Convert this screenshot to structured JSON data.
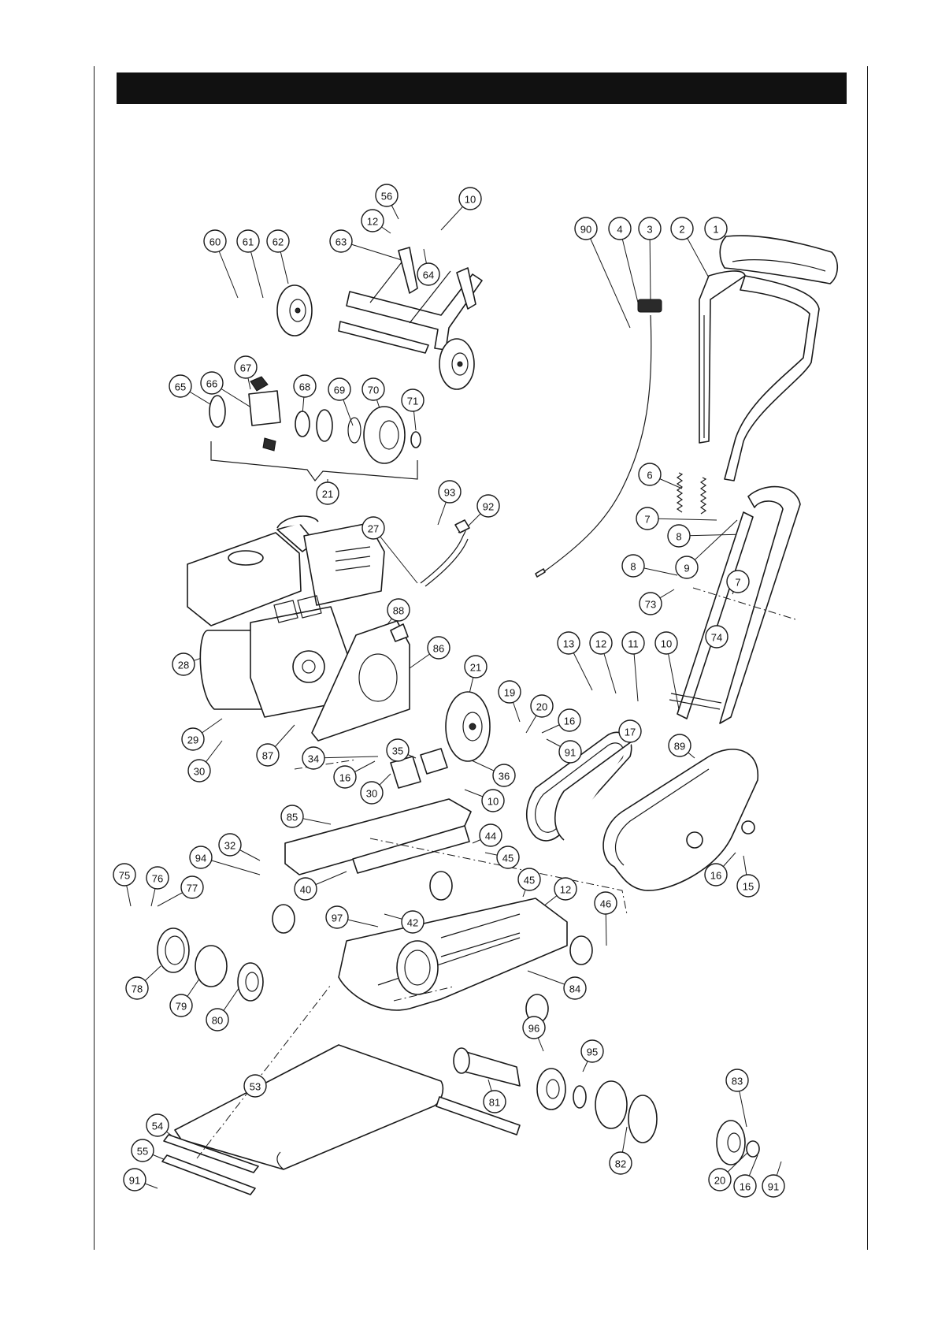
{
  "callouts": [
    {
      "label": "56"
    },
    {
      "label": "10"
    },
    {
      "label": "12"
    },
    {
      "label": "63"
    },
    {
      "label": "64"
    },
    {
      "label": "60"
    },
    {
      "label": "61"
    },
    {
      "label": "62"
    },
    {
      "label": "90"
    },
    {
      "label": "4"
    },
    {
      "label": "3"
    },
    {
      "label": "2"
    },
    {
      "label": "1"
    },
    {
      "label": "67"
    },
    {
      "label": "66"
    },
    {
      "label": "65"
    },
    {
      "label": "68"
    },
    {
      "label": "69"
    },
    {
      "label": "70"
    },
    {
      "label": "71"
    },
    {
      "label": "21"
    },
    {
      "label": "93"
    },
    {
      "label": "92"
    },
    {
      "label": "27"
    },
    {
      "label": "88"
    },
    {
      "label": "6"
    },
    {
      "label": "7"
    },
    {
      "label": "8"
    },
    {
      "label": "8"
    },
    {
      "label": "9"
    },
    {
      "label": "7"
    },
    {
      "label": "73"
    },
    {
      "label": "74"
    },
    {
      "label": "13"
    },
    {
      "label": "12"
    },
    {
      "label": "11"
    },
    {
      "label": "10"
    },
    {
      "label": "28"
    },
    {
      "label": "86"
    },
    {
      "label": "21"
    },
    {
      "label": "19"
    },
    {
      "label": "20"
    },
    {
      "label": "16"
    },
    {
      "label": "91"
    },
    {
      "label": "17"
    },
    {
      "label": "89"
    },
    {
      "label": "29"
    },
    {
      "label": "30"
    },
    {
      "label": "87"
    },
    {
      "label": "34"
    },
    {
      "label": "35"
    },
    {
      "label": "36"
    },
    {
      "label": "16"
    },
    {
      "label": "30"
    },
    {
      "label": "10"
    },
    {
      "label": "85"
    },
    {
      "label": "44"
    },
    {
      "label": "45"
    },
    {
      "label": "16"
    },
    {
      "label": "15"
    },
    {
      "label": "94"
    },
    {
      "label": "32"
    },
    {
      "label": "75"
    },
    {
      "label": "76"
    },
    {
      "label": "77"
    },
    {
      "label": "40"
    },
    {
      "label": "45"
    },
    {
      "label": "12"
    },
    {
      "label": "46"
    },
    {
      "label": "97"
    },
    {
      "label": "42"
    },
    {
      "label": "78"
    },
    {
      "label": "79"
    },
    {
      "label": "80"
    },
    {
      "label": "84"
    },
    {
      "label": "96"
    },
    {
      "label": "95"
    },
    {
      "label": "53"
    },
    {
      "label": "81"
    },
    {
      "label": "83"
    },
    {
      "label": "54"
    },
    {
      "label": "55"
    },
    {
      "label": "82"
    },
    {
      "label": "91"
    },
    {
      "label": "20"
    },
    {
      "label": "16"
    },
    {
      "label": "91"
    }
  ]
}
